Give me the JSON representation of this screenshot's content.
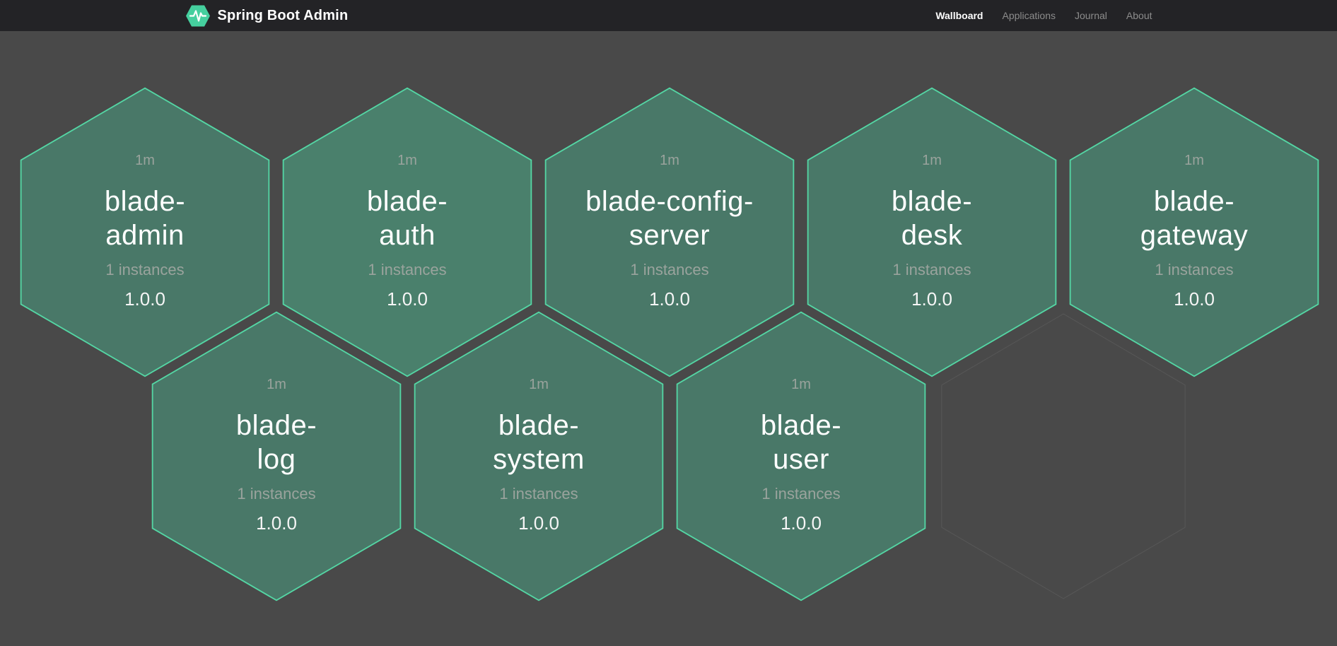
{
  "header": {
    "brand": {
      "title": "Spring Boot Admin",
      "logo_icon": "hexagon-pulse-icon"
    },
    "nav": [
      {
        "label": "Wallboard",
        "active": true
      },
      {
        "label": "Applications",
        "active": false
      },
      {
        "label": "Journal",
        "active": false
      },
      {
        "label": "About",
        "active": false
      }
    ]
  },
  "wallboard": {
    "tiles": [
      {
        "name": "blade-admin",
        "name_lines": [
          "blade-",
          "admin"
        ],
        "uptime": "1m",
        "instances": "1 instances",
        "version": "1.0.0",
        "highlight": false,
        "row": 0,
        "col": 0
      },
      {
        "name": "blade-auth",
        "name_lines": [
          "blade-",
          "auth"
        ],
        "uptime": "1m",
        "instances": "1 instances",
        "version": "1.0.0",
        "highlight": true,
        "row": 0,
        "col": 1
      },
      {
        "name": "blade-config-server",
        "name_lines": [
          "blade-config-",
          "server"
        ],
        "uptime": "1m",
        "instances": "1 instances",
        "version": "1.0.0",
        "highlight": false,
        "row": 0,
        "col": 2
      },
      {
        "name": "blade-desk",
        "name_lines": [
          "blade-",
          "desk"
        ],
        "uptime": "1m",
        "instances": "1 instances",
        "version": "1.0.0",
        "highlight": false,
        "row": 0,
        "col": 3
      },
      {
        "name": "blade-gateway",
        "name_lines": [
          "blade-",
          "gateway"
        ],
        "uptime": "1m",
        "instances": "1 instances",
        "version": "1.0.0",
        "highlight": false,
        "row": 0,
        "col": 4
      },
      {
        "name": "blade-log",
        "name_lines": [
          "blade-",
          "log"
        ],
        "uptime": "1m",
        "instances": "1 instances",
        "version": "1.0.0",
        "highlight": false,
        "row": 1,
        "col": 0
      },
      {
        "name": "blade-system",
        "name_lines": [
          "blade-",
          "system"
        ],
        "uptime": "1m",
        "instances": "1 instances",
        "version": "1.0.0",
        "highlight": false,
        "row": 1,
        "col": 1
      },
      {
        "name": "blade-user",
        "name_lines": [
          "blade-",
          "user"
        ],
        "uptime": "1m",
        "instances": "1 instances",
        "version": "1.0.0",
        "highlight": false,
        "row": 1,
        "col": 2
      }
    ],
    "empty_slot": {
      "row": 1,
      "col": 3
    }
  },
  "colors": {
    "page_bg": "#494949",
    "header_bg": "#232326",
    "hex_fill": "#497868",
    "hex_fill_highlight": "#4a806c",
    "hex_border": "#54d6a4",
    "placeholder_border": "#575757",
    "text_muted": "#9aa39d",
    "nav_active": "#ffffff",
    "nav_inactive": "#8c8c8c",
    "brand": "#45cf9e"
  }
}
